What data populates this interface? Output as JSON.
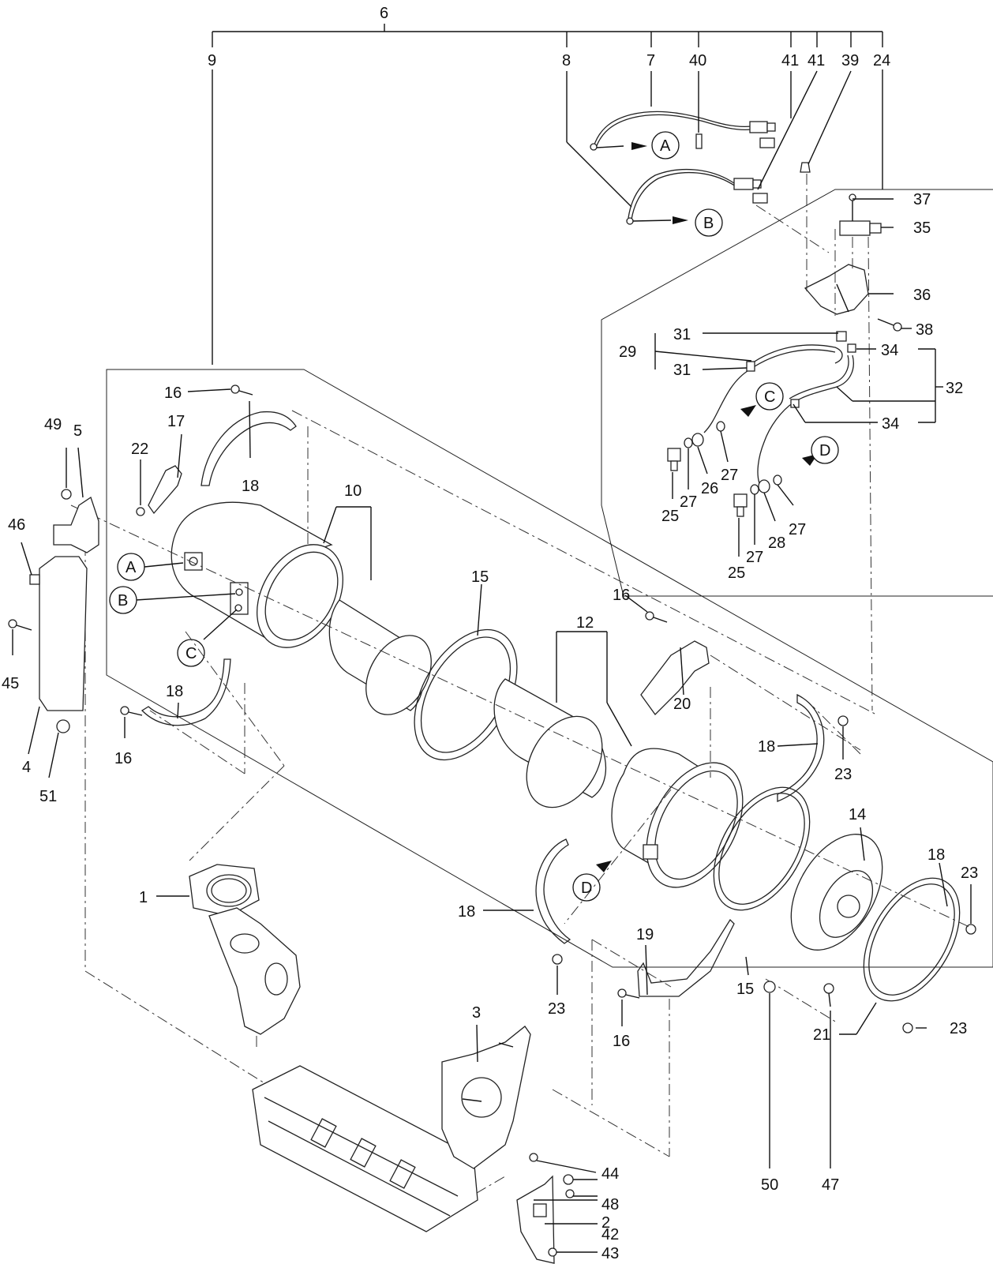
{
  "callouts": {
    "c6": "6",
    "c9": "9",
    "c8": "8",
    "c7": "7",
    "c40": "40",
    "c41a": "41",
    "c41b": "41",
    "c39": "39",
    "c24": "24",
    "c37": "37",
    "c35": "35",
    "c36": "36",
    "c38": "38",
    "c31a": "31",
    "c29": "29",
    "c31b": "31",
    "c34a": "34",
    "c32": "32",
    "c34b": "34",
    "c25a": "25",
    "c27a": "27",
    "c26": "26",
    "c27b": "27",
    "c25b": "25",
    "c27c": "27",
    "c28": "28",
    "c27d": "27",
    "c16a": "16",
    "c18a": "18",
    "c17": "17",
    "c22": "22",
    "c10": "10",
    "c15a": "15",
    "c16b": "16",
    "c12": "12",
    "c20": "20",
    "c18b": "18",
    "c16c": "16",
    "c18c": "18",
    "c23a": "23",
    "c14": "14",
    "c18d": "18",
    "c23b": "23",
    "c18e": "18",
    "c23c": "23",
    "c19": "19",
    "c16d": "16",
    "c15b": "15",
    "c21": "21",
    "c23d": "23",
    "c49": "49",
    "c5": "5",
    "c46": "46",
    "c45": "45",
    "c4": "4",
    "c51": "51",
    "c1": "1",
    "c3": "3",
    "c44": "44",
    "c48": "48",
    "c42": "42",
    "c2": "2",
    "c43": "43",
    "c50": "50",
    "c47": "47"
  },
  "refs": {
    "A": "A",
    "B": "B",
    "C": "C",
    "D": "D"
  }
}
